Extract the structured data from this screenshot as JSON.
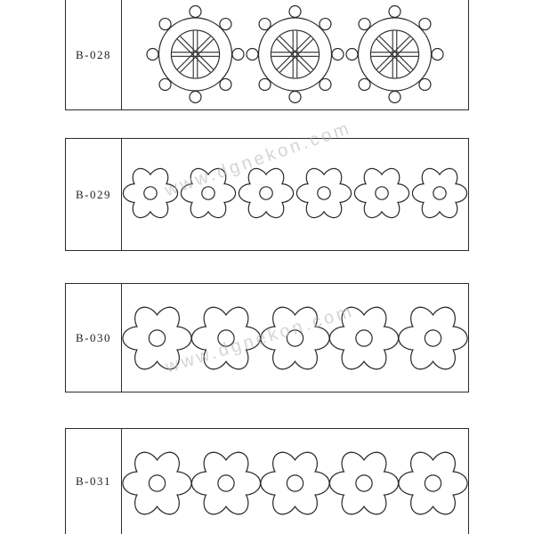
{
  "watermark": "www.dgnekon.com",
  "patterns": [
    {
      "code": "B-028",
      "motif": "ship-wheel",
      "count": 3
    },
    {
      "code": "B-029",
      "motif": "flower",
      "count": 6
    },
    {
      "code": "B-030",
      "motif": "flower",
      "count": 5
    },
    {
      "code": "B-031",
      "motif": "flower",
      "count": 5
    }
  ],
  "colors": {
    "line": "#2b2b2b",
    "paper": "#ffffff",
    "watermark": "#b9b9b9"
  }
}
